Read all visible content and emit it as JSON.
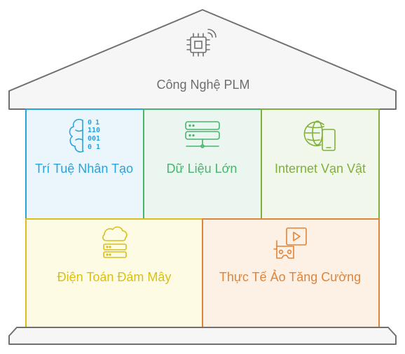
{
  "title": "Công Nghệ PLM",
  "colors": {
    "roof": "#f6f6f6",
    "outline": "#707070",
    "ai": "#29a3dc",
    "big_data": "#49b46e",
    "iot": "#7fb03a",
    "cloud": "#d8bf1c",
    "ar": "#e08438"
  },
  "pillars": [
    {
      "label": "Trí Tuệ Nhân Tạo",
      "icon": "brain-binary-icon"
    },
    {
      "label": "Dữ Liệu Lớn",
      "icon": "server-stack-icon"
    },
    {
      "label": "Internet Vạn Vật",
      "icon": "globe-phone-icon"
    },
    {
      "label": "Điện Toán Đám Mây",
      "icon": "cloud-server-icon"
    },
    {
      "label": "Thực Tế Ảo Tăng Cường",
      "icon": "vr-headset-icon"
    }
  ]
}
